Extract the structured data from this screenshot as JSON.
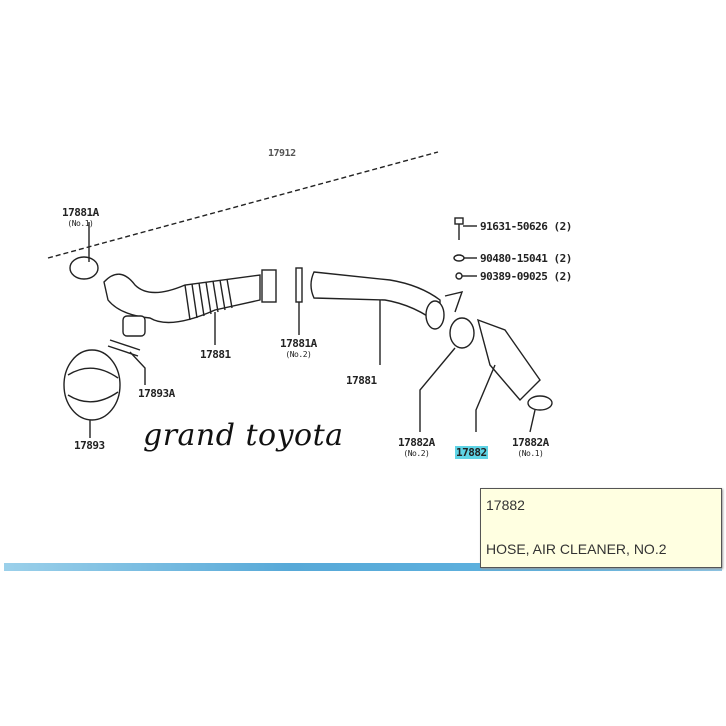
{
  "diagram": {
    "labels": {
      "l17912": "17912",
      "l17881a_1": "17881A",
      "l17881a_1_sub": "(No.1)",
      "l17881_left": "17881",
      "l17881a_2": "17881A",
      "l17881a_2_sub": "(No.2)",
      "l17881_right": "17881",
      "l17893a": "17893A",
      "l17893": "17893",
      "bolt": "91631-50626 (2)",
      "washer": "90480-15041 (2)",
      "ring": "90389-09025 (2)",
      "l17882a_2": "17882A",
      "l17882a_2_sub": "(No.2)",
      "l17882": "17882",
      "l17882a_1": "17882A",
      "l17882a_1_sub": "(No.1)"
    },
    "highlight_color": "#5fd4e6"
  },
  "watermark": "grand toyota",
  "tooltip": {
    "part_number": "17882",
    "description": "HOSE, AIR CLEANER, NO.2"
  }
}
